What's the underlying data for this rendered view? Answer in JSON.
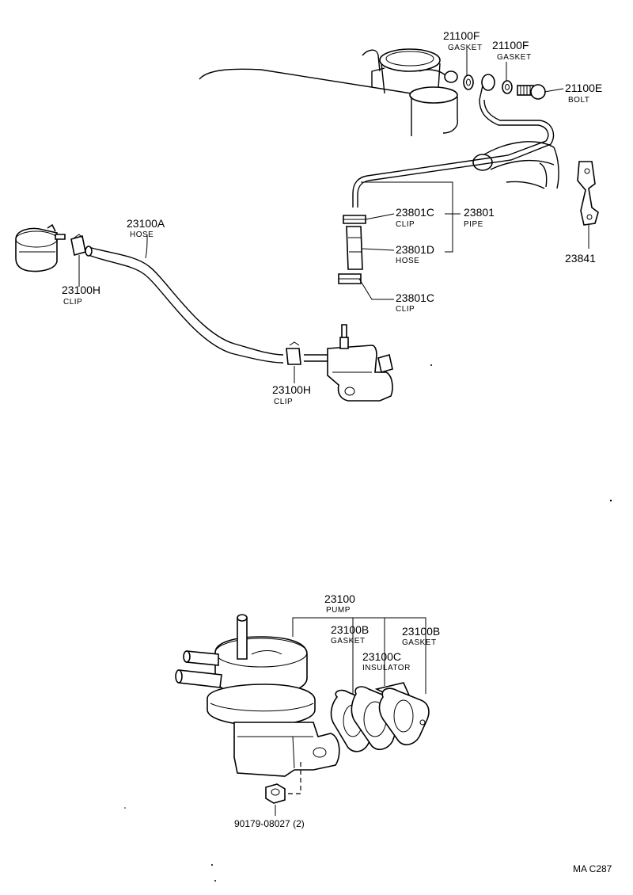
{
  "callouts": {
    "gasket_f1": {
      "num": "21100F",
      "name": "GASKET"
    },
    "gasket_f2": {
      "num": "21100F",
      "name": "GASKET"
    },
    "bolt": {
      "num": "21100E",
      "name": "BOLT"
    },
    "hose_a": {
      "num": "23100A",
      "name": "HOSE"
    },
    "clip_h1": {
      "num": "23100H",
      "name": "CLIP"
    },
    "clip_h2": {
      "num": "23100H",
      "name": "CLIP"
    },
    "clip_c1": {
      "num": "23801C",
      "name": "CLIP"
    },
    "pipe": {
      "num": "23801",
      "name": "PIPE"
    },
    "hose_d": {
      "num": "23801D",
      "name": "HOSE"
    },
    "clip_c2": {
      "num": "23801C",
      "name": "CLIP"
    },
    "bracket": {
      "num": "23841"
    },
    "pump": {
      "num": "23100",
      "name": "PUMP"
    },
    "gasket_b1": {
      "num": "23100B",
      "name": "GASKET"
    },
    "gasket_b2": {
      "num": "23100B",
      "name": "GASKET"
    },
    "insulator": {
      "num": "23100C",
      "name": "INSULATOR"
    },
    "nut": {
      "num": "90179-08027 (2)"
    }
  },
  "diagram_code": "MA C287"
}
